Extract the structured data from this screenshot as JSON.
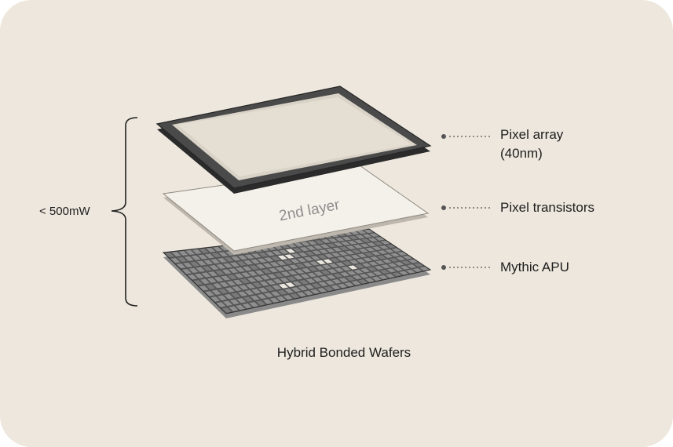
{
  "diagram": {
    "power_label": "< 500mW",
    "caption": "Hybrid Bonded Wafers",
    "inner_layer_text": "2nd layer",
    "labels": {
      "top_line1": "Pixel array",
      "top_line2": "(40nm)",
      "middle": "Pixel transistors",
      "bottom": "Mythic APU"
    },
    "colors": {
      "background": "#ede7dd",
      "frame": "#3a3a3a",
      "pixel_surface": "#e4ddd3",
      "middle_layer": "#f4f1ea",
      "apu_grid": "#575757",
      "text": "#1e1e1e"
    }
  }
}
